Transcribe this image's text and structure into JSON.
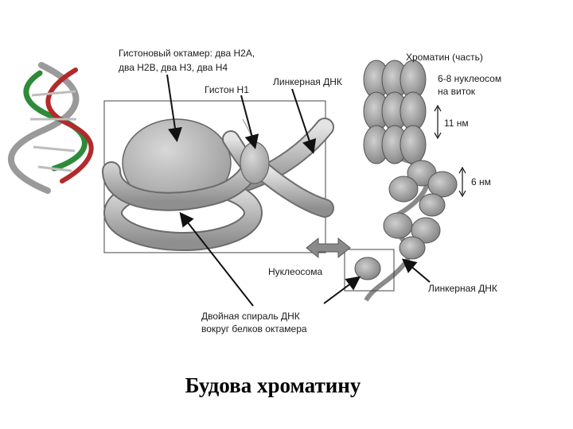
{
  "slide_title": "Будова хроматину",
  "labels": {
    "octamer_line1": "Гистоновый октамер: два Н2А,",
    "octamer_line2": "два Н2В, два Н3, два Н4",
    "histone_h1": "Гистон Н1",
    "linker_dna_top": "Линкерная ДНК",
    "chromatin_part": "Хроматин (часть)",
    "nucleosomes_per_turn_line1": "6-8 нуклеосом",
    "nucleosomes_per_turn_line2": "на виток",
    "fiber_width": "11 нм",
    "dna_width": "6 нм",
    "nucleosome": "Нуклеосома",
    "linker_dna_bottom": "Линкерная ДНК",
    "double_helix_line1": "Двойная спираль ДНК",
    "double_helix_line2": "вокруг белков октамера"
  },
  "colors": {
    "helix_green": "#2e8b3a",
    "helix_red": "#b22a2a",
    "helix_gray": "#9a9a9a",
    "structure_gray": "#b5b5b5",
    "outline": "#555555"
  }
}
